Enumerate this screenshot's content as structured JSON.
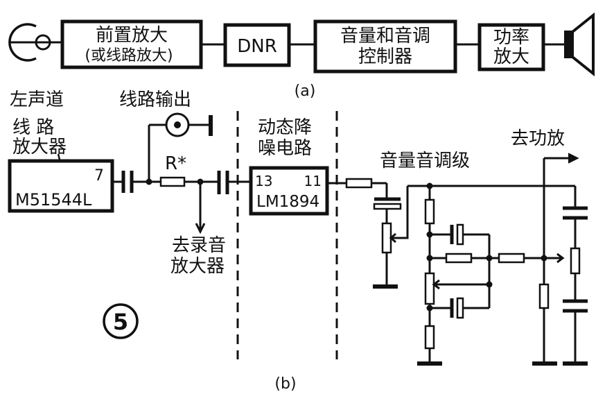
{
  "part_a": {
    "preamp": {
      "line1": "前置放大",
      "line2": "(或线路放大)"
    },
    "dnr": "DNR",
    "tone": {
      "line1": "音量和音调",
      "line2": "控制器"
    },
    "power": {
      "line1": "功率",
      "line2": "放大"
    },
    "label": "(a)"
  },
  "part_b": {
    "left_channel": "左声道",
    "line_amp": {
      "line1": "线  路",
      "line2": "放大器",
      "chip": "M51544L",
      "pin": "7"
    },
    "line_out": "线路输出",
    "resistor": "R*",
    "record": {
      "line1": "去录音",
      "line2": "放大器"
    },
    "dnr_title": {
      "line1": "动态降",
      "line2": "噪电路"
    },
    "ic": {
      "chip": "LM1894",
      "pin_in": "13",
      "pin_out": "11"
    },
    "tone_stage": "音量音调级",
    "to_power": "去功放",
    "figure_number": "5",
    "label": "(b)"
  }
}
